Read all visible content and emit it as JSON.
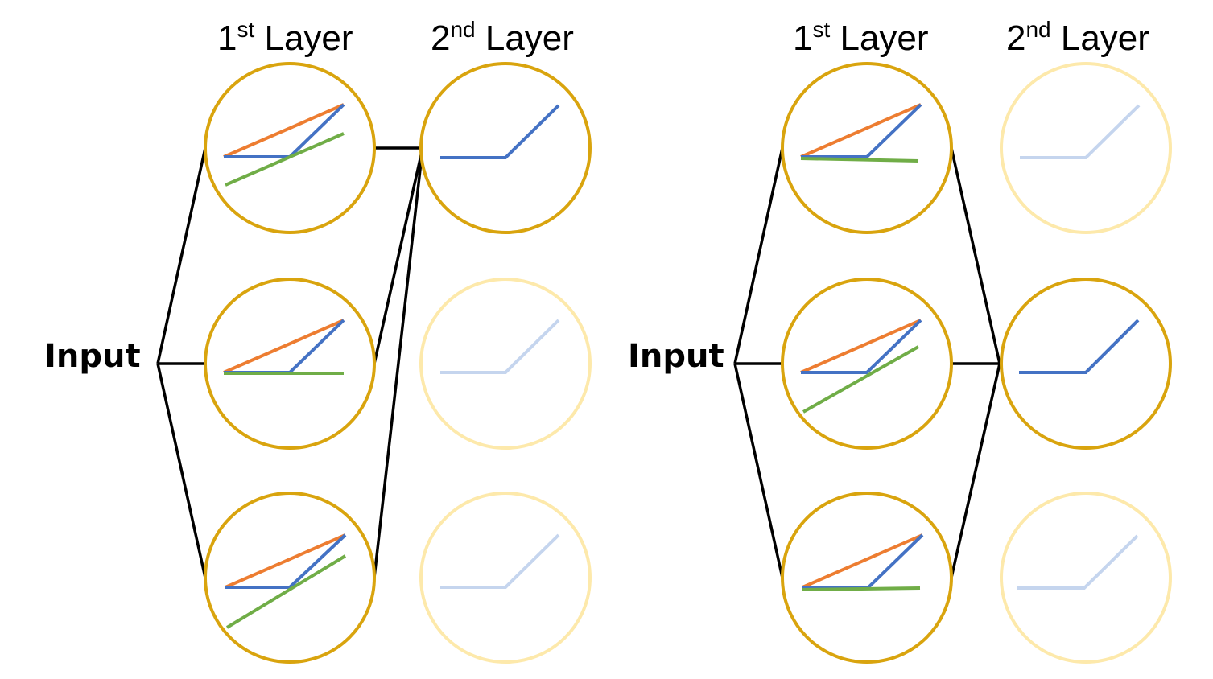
{
  "colors": {
    "background": "#ffffff",
    "edge": "#000000",
    "neuron_active": "#d9a40e",
    "neuron_faded": "#fde9ab",
    "relu_active": "#4472c4",
    "relu_faded": "#c5d5ee",
    "line_orange": "#ed7d31",
    "line_blue": "#4472c4",
    "line_green": "#70ad47"
  },
  "panels": [
    {
      "input_label": "Input",
      "layer1_title": {
        "main": "1",
        "sup": "st",
        "rest": " Layer"
      },
      "layer2_title": {
        "main": "2",
        "sup": "nd",
        "rest": " Layer"
      },
      "layer1_neurons": [
        "active",
        "active",
        "active"
      ],
      "layer2_neurons": [
        "active",
        "faded",
        "faded"
      ]
    },
    {
      "input_label": "Input",
      "layer1_title": {
        "main": "1",
        "sup": "st",
        "rest": " Layer"
      },
      "layer2_title": {
        "main": "2",
        "sup": "nd",
        "rest": " Layer"
      },
      "layer1_neurons": [
        "active",
        "active",
        "active"
      ],
      "layer2_neurons": [
        "faded",
        "active",
        "faded"
      ]
    }
  ]
}
